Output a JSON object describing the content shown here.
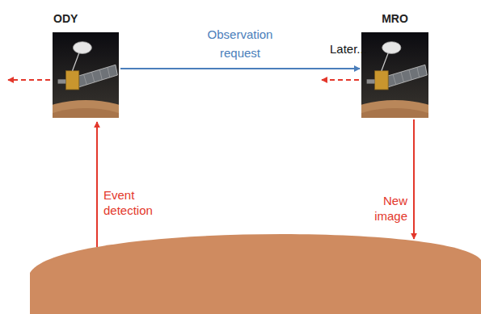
{
  "diagram": {
    "nodes": [
      {
        "text": [
          "ODY"
        ]
      },
      {
        "text": [
          "MRO"
        ]
      }
    ],
    "edges": [
      {
        "from": 0,
        "to": 1,
        "arrow": "to",
        "label": "Observation request"
      }
    ],
    "labels": [
      "Later...",
      "Event detection",
      "New image"
    ]
  }
}
